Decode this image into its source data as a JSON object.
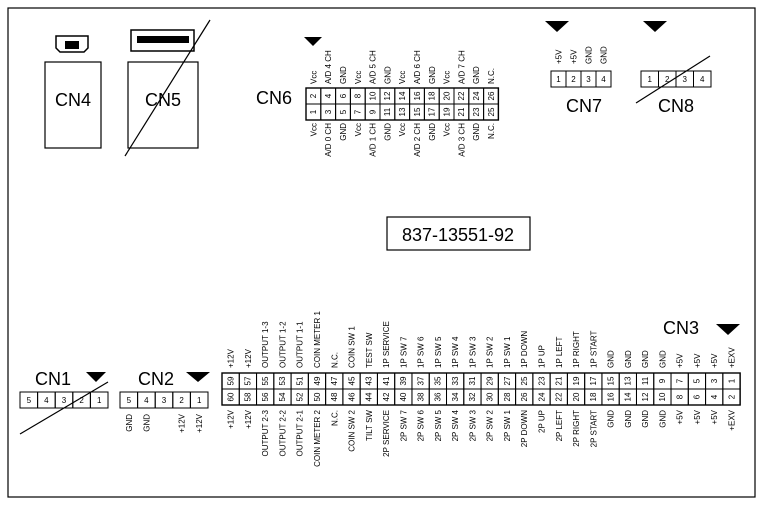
{
  "board_id": "837-13551-92",
  "connectors": {
    "cn1": {
      "name": "CN1",
      "pins": [
        "5",
        "4",
        "3",
        "2",
        "1"
      ]
    },
    "cn2": {
      "name": "CN2",
      "pins": [
        "5",
        "4",
        "3",
        "2",
        "1"
      ],
      "labels": [
        "GND",
        "GND",
        "",
        "+12V",
        "+12V"
      ]
    },
    "cn4": {
      "name": "CN4"
    },
    "cn5": {
      "name": "CN5"
    },
    "cn6": {
      "name": "CN6",
      "top_pins": [
        "2",
        "4",
        "6",
        "8",
        "10",
        "12",
        "14",
        "16",
        "18",
        "20",
        "22",
        "24",
        "26"
      ],
      "bottom_pins": [
        "1",
        "3",
        "5",
        "7",
        "9",
        "11",
        "13",
        "15",
        "17",
        "19",
        "21",
        "23",
        "25"
      ],
      "top_labels": [
        "Vcc",
        "A/D 4 CH",
        "GND",
        "Vcc",
        "A/D 5 CH",
        "GND",
        "Vcc",
        "A/D 6 CH",
        "GND",
        "Vcc",
        "A/D 7 CH",
        "GND",
        "N.C."
      ],
      "bottom_labels": [
        "Vcc",
        "A/D 0 CH",
        "GND",
        "Vcc",
        "A/D 1 CH",
        "GND",
        "Vcc",
        "A/D 2 CH",
        "GND",
        "Vcc",
        "A/D 3 CH",
        "GND",
        "N.C."
      ]
    },
    "cn7": {
      "name": "CN7",
      "pins": [
        "1",
        "2",
        "3",
        "4"
      ],
      "labels": [
        "+5V",
        "+5V",
        "GND",
        "GND"
      ]
    },
    "cn8": {
      "name": "CN8",
      "pins": [
        "1",
        "2",
        "3",
        "4"
      ]
    },
    "cn3": {
      "name": "CN3",
      "top_pins": [
        "59",
        "57",
        "55",
        "53",
        "51",
        "49",
        "47",
        "45",
        "43",
        "41",
        "39",
        "37",
        "35",
        "33",
        "31",
        "29",
        "27",
        "25",
        "23",
        "21",
        "19",
        "17",
        "15",
        "13",
        "11",
        "9",
        "7",
        "5",
        "3",
        "1"
      ],
      "bottom_pins": [
        "60",
        "58",
        "56",
        "54",
        "52",
        "50",
        "48",
        "46",
        "44",
        "42",
        "40",
        "38",
        "36",
        "34",
        "32",
        "30",
        "28",
        "26",
        "24",
        "22",
        "20",
        "18",
        "16",
        "14",
        "12",
        "10",
        "8",
        "6",
        "4",
        "2"
      ],
      "top_labels": [
        "+12V",
        "+12V",
        "OUTPUT 1-3",
        "OUTPUT 1-2",
        "OUTPUT 1-1",
        "COIN METER 1",
        "N.C.",
        "COIN SW 1",
        "TEST SW",
        "1P SERVICE",
        "1P SW 7",
        "1P SW 6",
        "1P SW 5",
        "1P SW 4",
        "1P SW 3",
        "1P SW 2",
        "1P SW 1",
        "1P DOWN",
        "1P UP",
        "1P LEFT",
        "1P RIGHT",
        "1P START",
        "GND",
        "GND",
        "GND",
        "GND",
        "+5V",
        "+5V",
        "+5V",
        "+EXV"
      ],
      "bottom_labels": [
        "+12V",
        "+12V",
        "OUTPUT 2-3",
        "OUTPUT 2-2",
        "OUTPUT 2-1",
        "COIN METER 2",
        "N.C.",
        "COIN SW 2",
        "TILT SW",
        "2P SERVICE",
        "2P SW 7",
        "2P SW 6",
        "2P SW 5",
        "2P SW 4",
        "2P SW 3",
        "2P SW 2",
        "2P SW 1",
        "2P DOWN",
        "2P UP",
        "2P LEFT",
        "2P RIGHT",
        "2P START",
        "GND",
        "GND",
        "GND",
        "GND",
        "+5V",
        "+5V",
        "+5V",
        "+EXV"
      ]
    }
  }
}
